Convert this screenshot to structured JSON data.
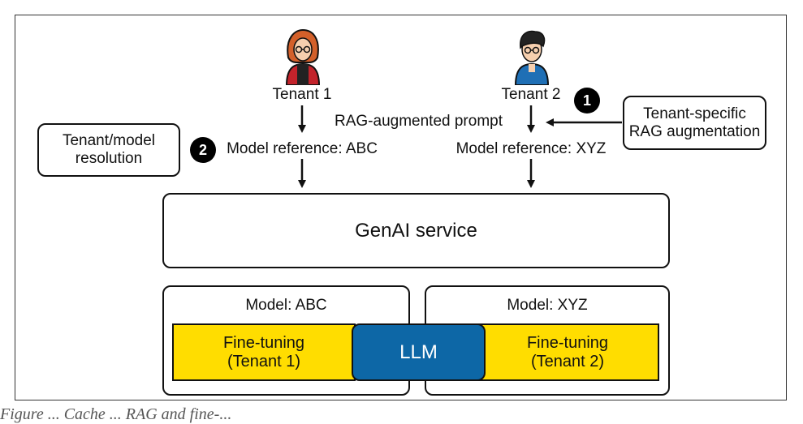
{
  "tenant1": {
    "label": "Tenant 1",
    "model_ref": "Model reference: ABC"
  },
  "tenant2": {
    "label": "Tenant 2",
    "model_ref": "Model reference: XYZ"
  },
  "rag_prompt": "RAG-augmented prompt",
  "resolution_box": "Tenant/model\nresolution",
  "rag_box": "Tenant-specific\nRAG augmentation",
  "badge1": "1",
  "badge2": "2",
  "genai_service": "GenAI service",
  "model_abc": {
    "title": "Model: ABC",
    "fine_tuning": "Fine-tuning\n(Tenant 1)"
  },
  "model_xyz": {
    "title": "Model: XYZ",
    "fine_tuning": "Fine-tuning\n(Tenant 2)"
  },
  "llm": "LLM",
  "caption": "Figure ... Cache ... RAG and fine-..."
}
